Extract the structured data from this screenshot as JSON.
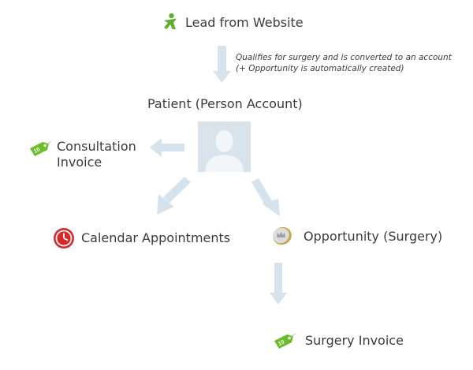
{
  "colors": {
    "arrow": "#d6e3ed",
    "avatar_bg": "#d9e3ec",
    "avatar_fg": "#f2f6f9",
    "lead_icon": "#5fae2e",
    "tag_green": "#6cbd2b",
    "clock_red": "#d9272a",
    "coin": "#d8d8d8",
    "text": "#3b3b3b"
  },
  "nodes": {
    "lead": {
      "label": "Lead from Website",
      "icon": "person-running-icon"
    },
    "patient": {
      "label": "Patient (Person Account)",
      "icon": "avatar-placeholder-icon"
    },
    "consultation_invoice": {
      "label_line1": "Consultation",
      "label_line2": "Invoice",
      "icon": "price-tag-icon",
      "tag_text": "10"
    },
    "calendar": {
      "label": "Calendar Appointments",
      "icon": "clock-icon"
    },
    "opportunity": {
      "label": "Opportunity (Surgery)",
      "icon": "coin-icon"
    },
    "surgery_invoice": {
      "label": "Surgery Invoice",
      "icon": "price-tag-icon",
      "tag_text": "10"
    }
  },
  "edges": {
    "lead_to_patient": {
      "note_line1": "Qualifies for surgery  and is converted  to an account",
      "note_line2": "(+ Opportunity is automatically created)"
    }
  }
}
